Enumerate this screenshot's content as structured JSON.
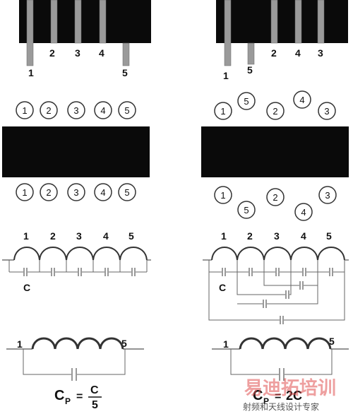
{
  "left": {
    "pin_labels": [
      "1",
      "2",
      "3",
      "4",
      "5"
    ],
    "top_circles": [
      "1",
      "2",
      "3",
      "4",
      "5"
    ],
    "bottom_circles": [
      "1",
      "2",
      "3",
      "4",
      "5"
    ],
    "coil_labels": [
      "1",
      "2",
      "3",
      "4",
      "5"
    ],
    "cap_label": "C",
    "eq_left_label": "1",
    "eq_right_label": "5",
    "formula_lhs": "C",
    "formula_sub": "P",
    "formula_eq": "=",
    "formula_num": "C",
    "formula_den": "5"
  },
  "right": {
    "pin_labels": [
      "1",
      "5",
      "2",
      "4",
      "3"
    ],
    "top_circles": [
      "1",
      "5",
      "2",
      "4",
      "3"
    ],
    "bottom_circles": [
      "1",
      "5",
      "2",
      "4",
      "3"
    ],
    "coil_labels": [
      "1",
      "2",
      "3",
      "4",
      "5"
    ],
    "cap_label": "C",
    "eq_left_label": "1",
    "eq_right_label": "5",
    "formula_lhs": "C",
    "formula_sub": "P",
    "formula_eq": "=",
    "formula_rhs": "2C"
  },
  "watermark": {
    "main": "易迪拓培训",
    "sub": "射频和天线设计专家"
  }
}
